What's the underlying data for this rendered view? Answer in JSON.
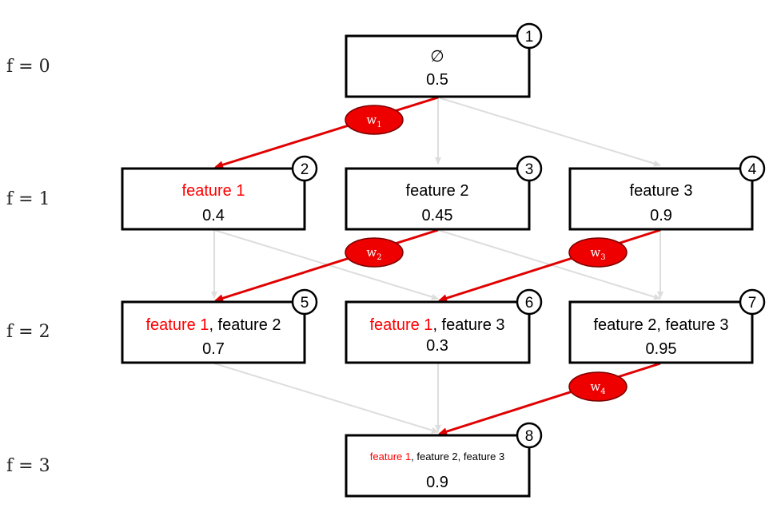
{
  "levels": [
    {
      "id": "f0",
      "label": "f = 0"
    },
    {
      "id": "f1",
      "label": "f = 1"
    },
    {
      "id": "f2",
      "label": "f = 2"
    },
    {
      "id": "f3",
      "label": "f = 3"
    }
  ],
  "nodes": [
    {
      "id": "1",
      "badge": "1",
      "line1": [
        {
          "text": "∅",
          "highlight": false
        }
      ],
      "value": "0.5"
    },
    {
      "id": "2",
      "badge": "2",
      "line1": [
        {
          "text": "feature 1",
          "highlight": true
        }
      ],
      "value": "0.4"
    },
    {
      "id": "3",
      "badge": "3",
      "line1": [
        {
          "text": "feature 2",
          "highlight": false
        }
      ],
      "value": "0.45"
    },
    {
      "id": "4",
      "badge": "4",
      "line1": [
        {
          "text": "feature 3",
          "highlight": false
        }
      ],
      "value": "0.9"
    },
    {
      "id": "5",
      "badge": "5",
      "line1": [
        {
          "text": "feature 1",
          "highlight": true
        },
        {
          "text": ", feature 2",
          "highlight": false
        }
      ],
      "value": "0.7"
    },
    {
      "id": "6",
      "badge": "6",
      "line1": [
        {
          "text": "feature 1",
          "highlight": true
        },
        {
          "text": ", feature 3",
          "highlight": false
        }
      ],
      "value": "0.3"
    },
    {
      "id": "7",
      "badge": "7",
      "line1": [
        {
          "text": "feature 2, feature 3",
          "highlight": false
        }
      ],
      "value": "0.95"
    },
    {
      "id": "8",
      "badge": "8",
      "line1": [
        {
          "text": "feature 1",
          "highlight": true
        },
        {
          "text": ", feature 2, feature 3",
          "highlight": false
        }
      ],
      "value": "0.9"
    }
  ],
  "weights": [
    {
      "id": "w1",
      "base": "w",
      "sub": "1"
    },
    {
      "id": "w2",
      "base": "w",
      "sub": "2"
    },
    {
      "id": "w3",
      "base": "w",
      "sub": "3"
    },
    {
      "id": "w4",
      "base": "w",
      "sub": "4"
    }
  ],
  "colors": {
    "highlight": "#ff0000",
    "edge_highlight": "#e00000",
    "edge_grey": "#dddddd"
  }
}
